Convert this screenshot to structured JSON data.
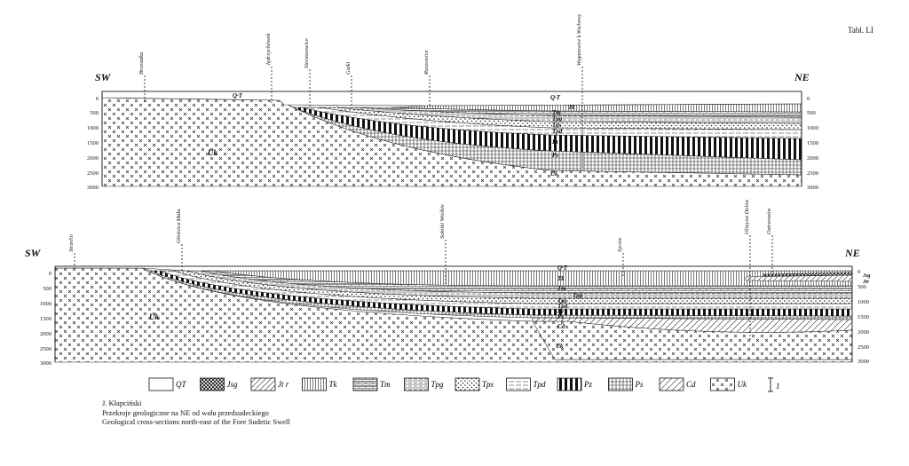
{
  "plate_label": "Tabl. LI",
  "sections": [
    {
      "left_dir": "SW",
      "right_dir": "NE",
      "depth_ticks": [
        "0",
        "500",
        "1000",
        "1500",
        "2000",
        "2500",
        "3000"
      ],
      "localities": [
        "Bronadka",
        "Jędrzychówek",
        "Sieraszowice",
        "Gaiki",
        "Ruszowice",
        "Wyganowice k.Wschowy"
      ],
      "unit_labels": [
        "Q·T",
        "Q·T",
        "Tk",
        "Tm",
        "Tpg",
        "Tps",
        "Tpd",
        "Pz",
        "Ps",
        "Uk",
        "Uk"
      ]
    },
    {
      "left_dir": "SW",
      "right_dir": "NE",
      "depth_ticks": [
        "0",
        "500",
        "1000",
        "1500",
        "2000",
        "2500",
        "3000"
      ],
      "localities": [
        "Strzelin",
        "Oleśnica Mała",
        "Sołniki Wielkie",
        "Syców",
        "Olszyna Dolna",
        "Ostrzeszów"
      ],
      "unit_labels": [
        "Q·T",
        "Tk",
        "Tm",
        "Tpg",
        "Tps",
        "Tpd",
        "Pz",
        "Ps",
        "Cd",
        "Uk",
        "Uk",
        "Jsg",
        "Jtr"
      ]
    }
  ],
  "legend": [
    {
      "id": "QT",
      "label": "QT"
    },
    {
      "id": "Jsg",
      "label": "Jsg"
    },
    {
      "id": "Jtr",
      "label": "Jt r"
    },
    {
      "id": "Tk",
      "label": "Tk"
    },
    {
      "id": "Tm",
      "label": "Tm"
    },
    {
      "id": "Tpg",
      "label": "Tpg"
    },
    {
      "id": "Tps",
      "label": "Tps"
    },
    {
      "id": "Tpd",
      "label": "Tpd"
    },
    {
      "id": "Pz",
      "label": "Pz"
    },
    {
      "id": "Ps",
      "label": "Ps"
    },
    {
      "id": "Cd",
      "label": "Cd"
    },
    {
      "id": "Uk",
      "label": "Uk"
    }
  ],
  "scale_label": "1",
  "caption": {
    "author": "J. Kłapciński",
    "title_pl": "Przekroje geologiczne na NE od wału przedsudeckiego",
    "title_en": "Geological cross-sections north-east of the Fore Sudetic Swell"
  }
}
